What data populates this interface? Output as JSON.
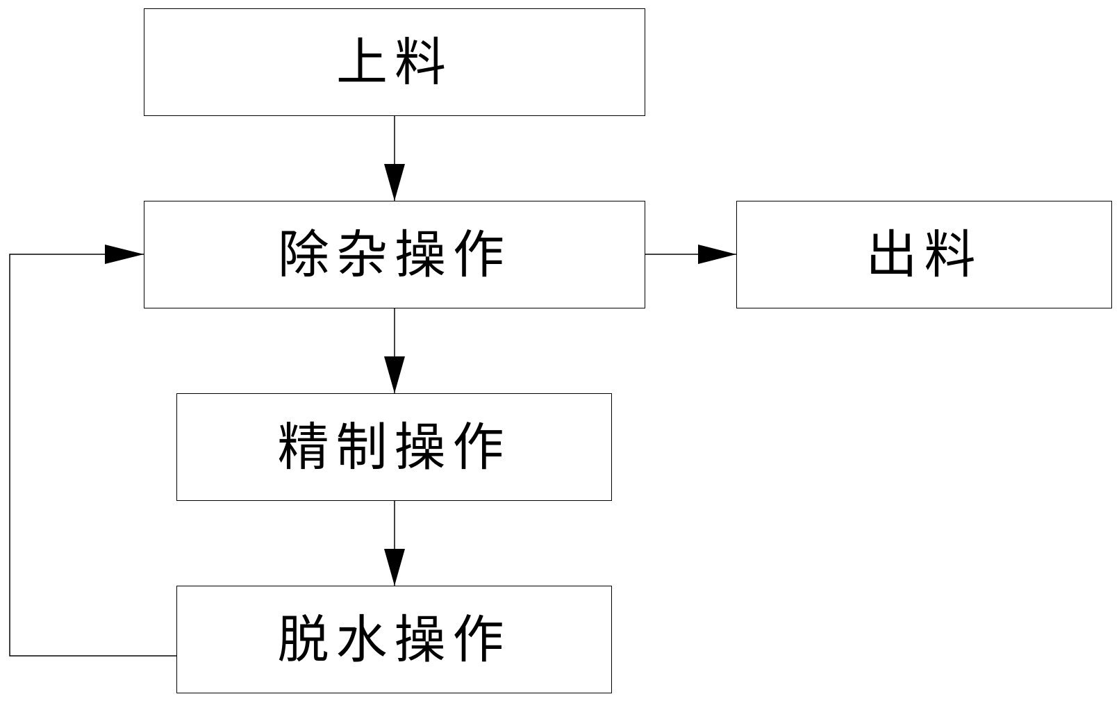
{
  "diagram": {
    "nodes": [
      {
        "id": "loading",
        "label": "上料"
      },
      {
        "id": "impurity",
        "label": "除杂操作"
      },
      {
        "id": "discharge",
        "label": "出料"
      },
      {
        "id": "refining",
        "label": "精制操作"
      },
      {
        "id": "dewater",
        "label": "脱水操作"
      }
    ],
    "edges": [
      {
        "from": "loading",
        "to": "impurity"
      },
      {
        "from": "impurity",
        "to": "discharge"
      },
      {
        "from": "impurity",
        "to": "refining"
      },
      {
        "from": "refining",
        "to": "dewater"
      },
      {
        "from": "dewater",
        "to": "impurity"
      }
    ]
  }
}
